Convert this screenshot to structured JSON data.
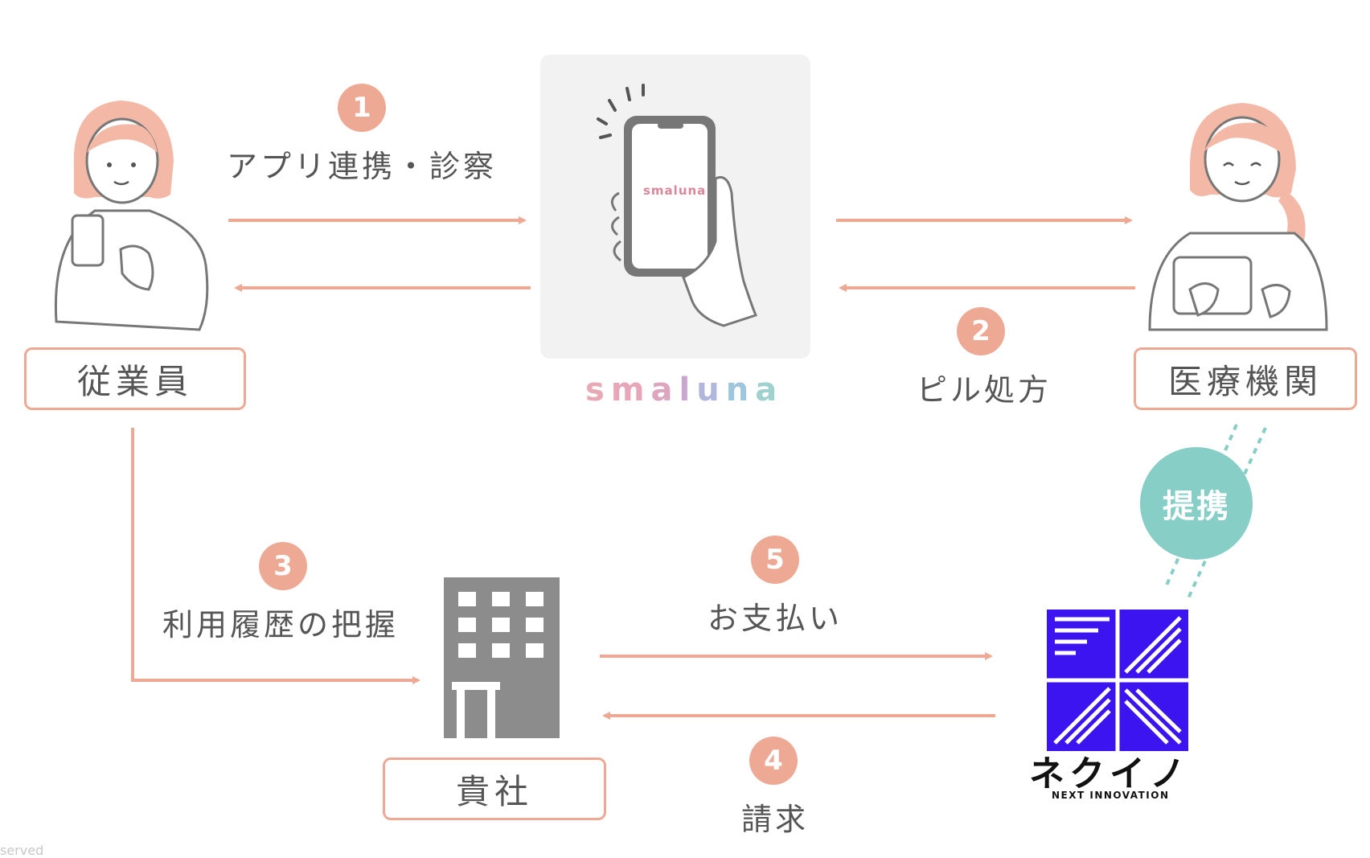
{
  "nodes": {
    "employee": "従業員",
    "medical": "医療機関",
    "company": "貴社"
  },
  "app": {
    "brand_letters": [
      "s",
      "m",
      "a",
      "l",
      "u",
      "n",
      "a"
    ],
    "brand_colors": [
      "#e7a9b4",
      "#e8a7b9",
      "#dda6c0",
      "#c9a7cf",
      "#b1b7dc",
      "#9ec6dc",
      "#9fd1cf"
    ],
    "screen_text": "smaluna"
  },
  "steps": [
    {
      "number": "1",
      "label": "アプリ連携・診察"
    },
    {
      "number": "2",
      "label": "ピル処方"
    },
    {
      "number": "3",
      "label": "利用履歴の把握"
    },
    {
      "number": "4",
      "label": "請求"
    },
    {
      "number": "5",
      "label": "お支払い"
    }
  ],
  "partner": {
    "tie_label": "提携",
    "name": "ネクイノ",
    "subtitle": "NEXT INNOVATION"
  },
  "footnote": "served",
  "colors": {
    "accent": "#eea995",
    "teal": "#86cec6",
    "logo_blue": "#3b14f0",
    "illustration_gray": "#7a7a7a",
    "skin": "#f6c8b6",
    "hair": "#f4b9a6"
  }
}
